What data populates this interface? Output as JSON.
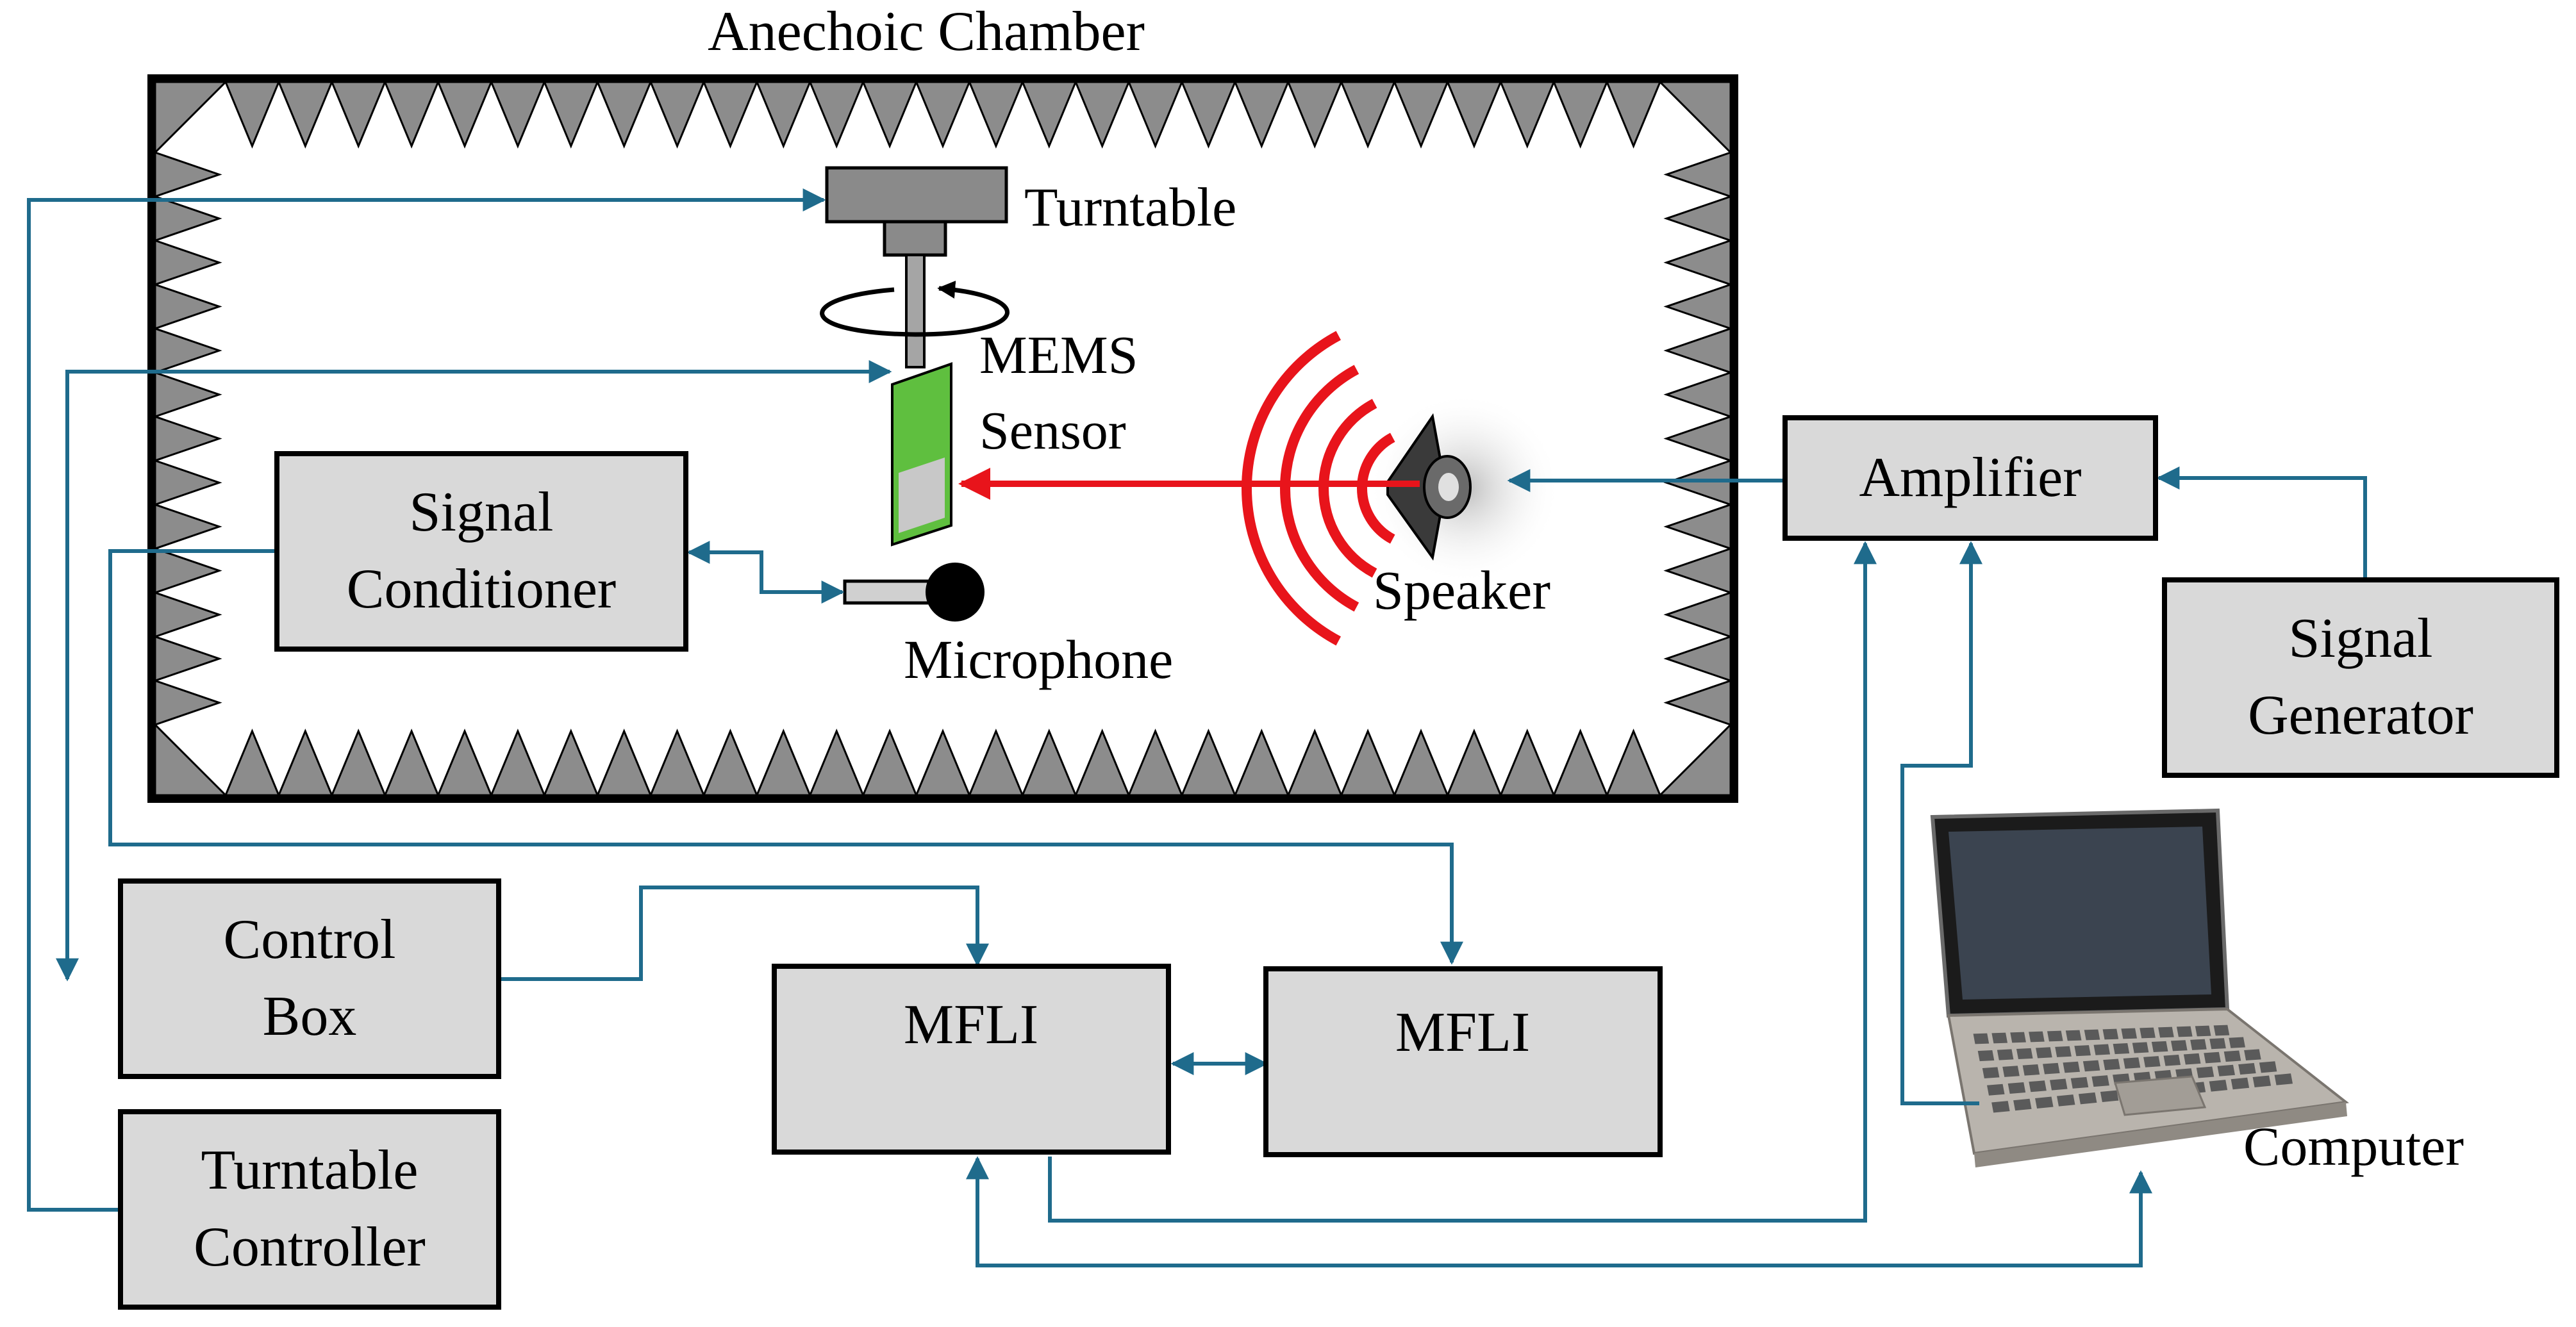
{
  "title": "Anechoic Chamber",
  "labels": {
    "turntable": "Turntable",
    "mems_line1": "MEMS",
    "mems_line2": "Sensor",
    "speaker": "Speaker",
    "microphone": "Microphone",
    "computer": "Computer"
  },
  "boxes": {
    "signal_conditioner": [
      "Signal",
      "Conditioner"
    ],
    "amplifier": [
      "Amplifier"
    ],
    "signal_generator": [
      "Signal",
      "Generator"
    ],
    "control_box": [
      "Control",
      "Box"
    ],
    "turntable_controller": [
      "Turntable",
      "Controller"
    ],
    "mfli_left": [
      "MFLI"
    ],
    "mfli_right": [
      "MFLI"
    ]
  },
  "colors": {
    "wire": "#1f6b8c",
    "acoustic": "#e8141b",
    "box_fill": "#d9d9d9",
    "absorber": "#8c8c8c",
    "sensor": "#5fbf3f"
  }
}
